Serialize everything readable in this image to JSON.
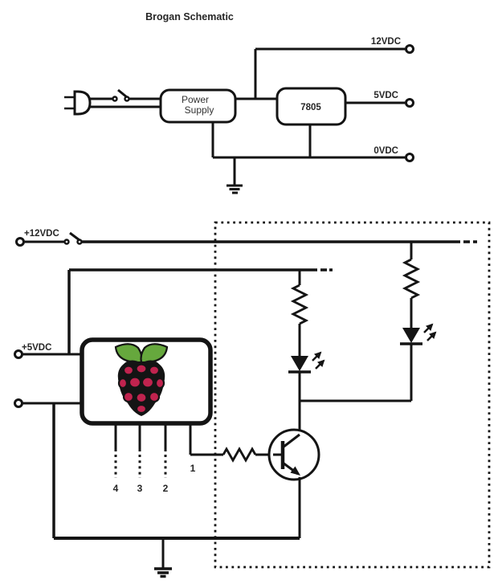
{
  "title": "Brogan Schematic",
  "colors": {
    "line": "#141414",
    "text": "#262626",
    "raspberry_berry": "#c0234e",
    "raspberry_leaf": "#66a83d",
    "background": "#ffffff"
  },
  "top_schematic": {
    "power_supply_line1": "Power",
    "power_supply_line2": "Supply",
    "regulator": "7805",
    "output_12v": "12VDC",
    "output_5v": "5VDC",
    "output_0v": "0VDC"
  },
  "bottom_schematic": {
    "rail_12v": "+12VDC",
    "rail_5v": "+5VDC",
    "pin1": "1",
    "pin2": "2",
    "pin3": "3",
    "pin4": "4"
  }
}
